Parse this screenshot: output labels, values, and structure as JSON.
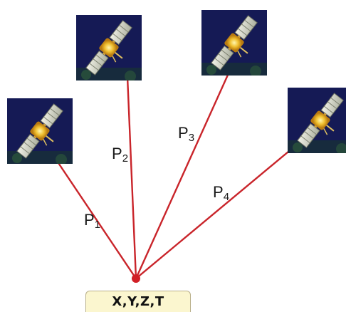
{
  "colors": {
    "signal_line": "#c9242a",
    "receiver_dot": "#d11f26",
    "tile_background": "#151a55",
    "box_fill": "#fbf6cf"
  },
  "satellites": [
    {
      "icon": "satellite-icon",
      "range_label": {
        "symbol": "P",
        "index": "1"
      }
    },
    {
      "icon": "satellite-icon",
      "range_label": {
        "symbol": "P",
        "index": "2"
      }
    },
    {
      "icon": "satellite-icon",
      "range_label": {
        "symbol": "P",
        "index": "3"
      }
    },
    {
      "icon": "satellite-icon",
      "range_label": {
        "symbol": "P",
        "index": "4"
      }
    }
  ],
  "receiver": {
    "marker_icon": "receiver-dot-icon",
    "coordinates_label": "X,Y,Z,T"
  }
}
